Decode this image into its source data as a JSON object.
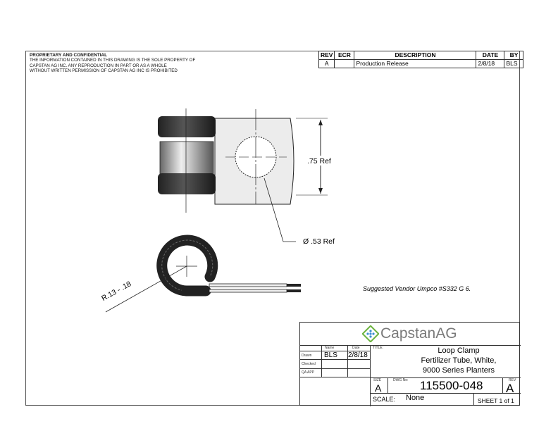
{
  "notice": {
    "heading": "PROPRIETARY AND CONFIDENTIAL",
    "lines": [
      "THE INFORMATION CONTAINED IN THIS DRAWING IS THE SOLE PROPERTY OF",
      "CAPSTAN AG INC. ANY REPRODUCTION IN PART OR AS A WHOLE",
      "WITHOUT WRITTEN PERMISSION OF CAPSTAN AG INC IS PROHIBITED"
    ]
  },
  "revision_table": {
    "headers": [
      "REV",
      "ECR",
      "DESCRIPTION",
      "DATE",
      "BY"
    ],
    "rows": [
      [
        "A",
        "",
        "Production Release",
        "2/8/18",
        "BLS"
      ]
    ]
  },
  "dimensions": {
    "height": ".75 Ref",
    "hole": "Ø .53 Ref",
    "radius": "R.13 - .18"
  },
  "note": "Suggested Vendor Umpco #S332 G 6.",
  "title_block": {
    "logo_text_1": "Capstan",
    "logo_text_2": "AG",
    "name_label": "Name",
    "date_label": "Date",
    "drawn_label": "Drawn",
    "drawn_name": "BLS",
    "drawn_date": "2/8/18",
    "checked_label": "Checked",
    "qa_label": "QA APP",
    "title_label": "TITLE:",
    "title_lines": [
      "Loop Clamp",
      "Fertilizer Tube, White,",
      "9000 Series Planters"
    ],
    "size_label": "SIZE",
    "size": "A",
    "dwg_label": "DWG No:",
    "dwg_no": "115500-048",
    "rev_label": "REV",
    "rev": "A",
    "scale_label": "SCALE:",
    "scale": "None",
    "sheet": "SHEET 1 of 1"
  },
  "colors": {
    "logo_blue": "#3a8fd0",
    "logo_green": "#6cb33f",
    "logo_grey": "#7a7a7a"
  }
}
